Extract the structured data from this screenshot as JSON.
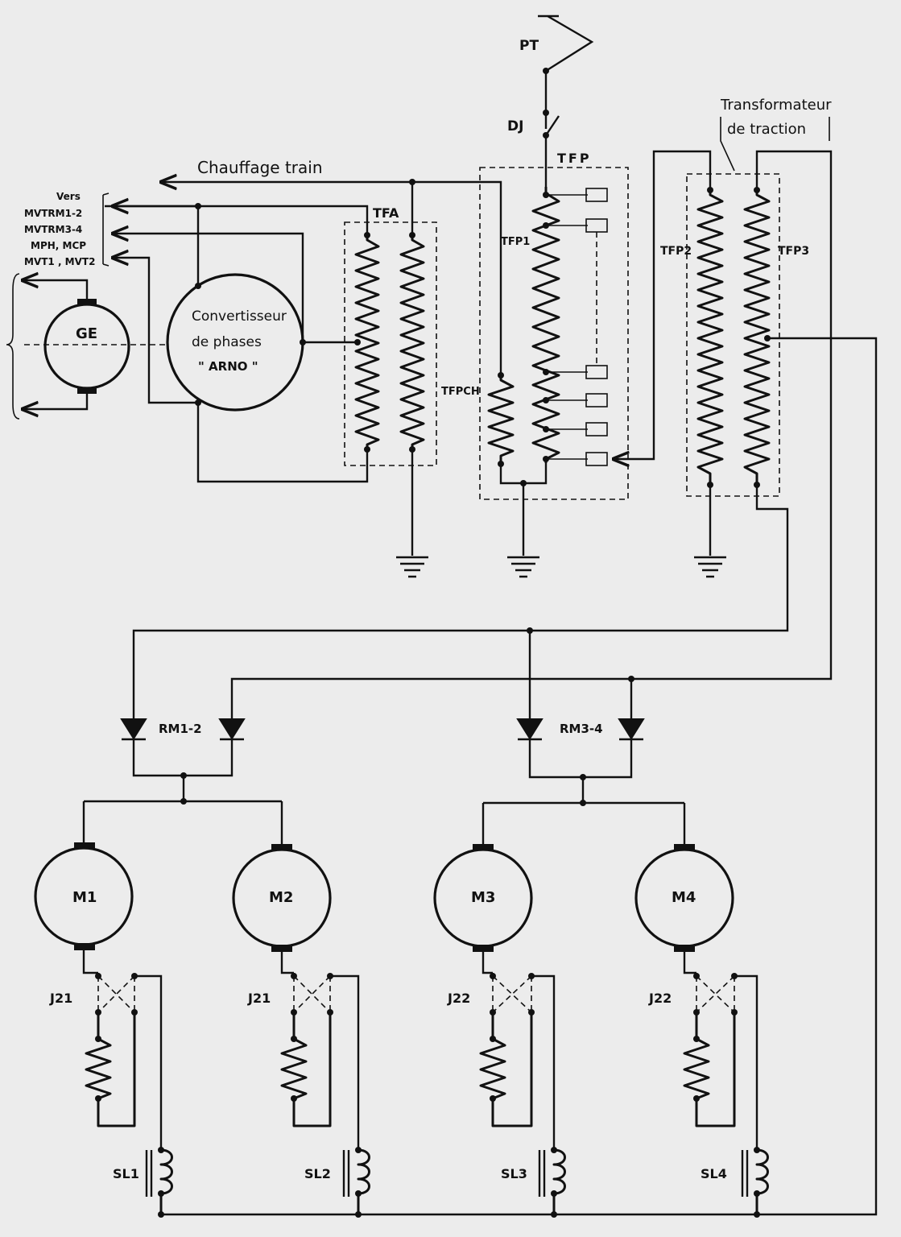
{
  "labels": {
    "pt": "PT",
    "dj": "DJ",
    "tfp": "TFP",
    "tfa": "TFA",
    "tfp1": "TFP1",
    "tfpch": "TFPCH",
    "tfp2": "TFP2",
    "tfp3": "TFP3",
    "transfo_line1": "Transformateur",
    "transfo_line2": "de traction",
    "chauffage": "Chauffage train",
    "vers": [
      "Vers",
      "MVTRM1-2",
      "MVTRM3-4",
      "MPH, MCP",
      "MVT1 , MVT2"
    ],
    "ge": "GE",
    "arno_line1": "Convertisseur",
    "arno_line2": "de phases",
    "arno_line3": "\" ARNO \"",
    "rm12": "RM1-2",
    "rm34": "RM3-4",
    "m1": "M1",
    "m2": "M2",
    "m3": "M3",
    "m4": "M4",
    "j21a": "J21",
    "j21b": "J21",
    "j22a": "J22",
    "j22b": "J22",
    "sl1": "SL1",
    "sl2": "SL2",
    "sl3": "SL3",
    "sl4": "SL4"
  },
  "colors": {
    "ink": "#111111",
    "paper": "#ececec"
  }
}
